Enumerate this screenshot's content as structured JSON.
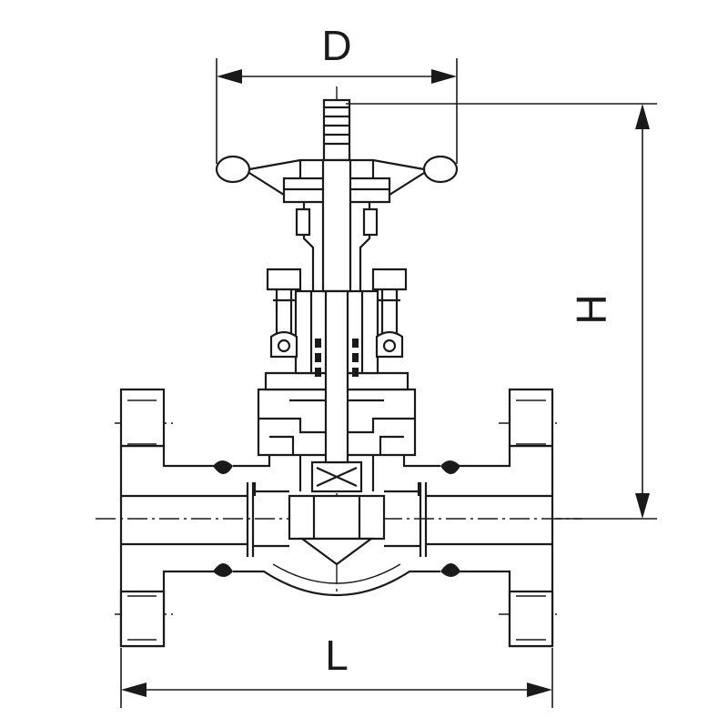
{
  "diagram": {
    "dimension_labels": {
      "top_width": "D",
      "height": "H",
      "length": "L"
    },
    "colors": {
      "line": "#1a1a1a",
      "background": "#ffffff"
    }
  }
}
